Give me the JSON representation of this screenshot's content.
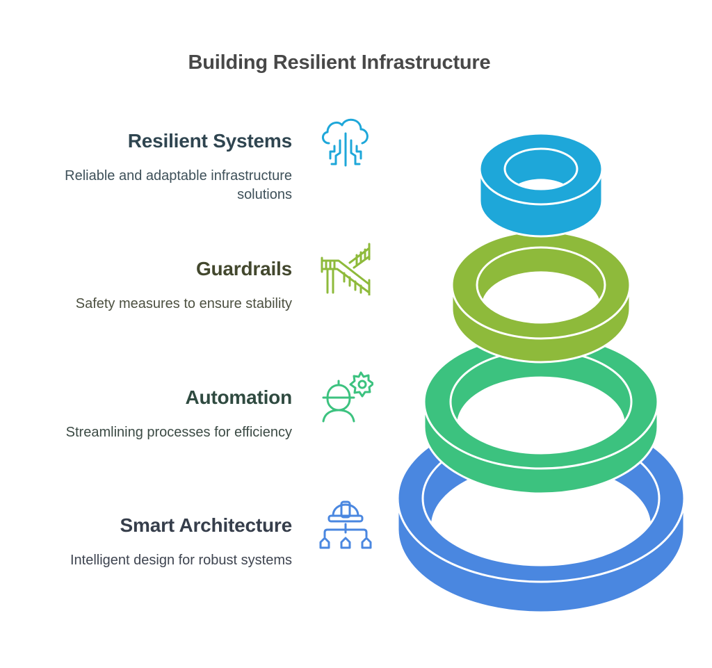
{
  "title": "Building Resilient Infrastructure",
  "items": [
    {
      "heading": "Resilient Systems",
      "description_line1": "Reliable and adaptable infrastructure",
      "description_line2": "solutions",
      "icon": "cloud-circuit-icon",
      "color": "#1EA7D9",
      "heading_color": "#2F4550",
      "desc_color": "#3E5059"
    },
    {
      "heading": "Guardrails",
      "description_line1": "Safety measures to ensure stability",
      "icon": "stair-railing-icon",
      "color": "#8EBA3B",
      "heading_color": "#43482E",
      "desc_color": "#4C5040"
    },
    {
      "heading": "Automation",
      "description_line1": "Streamlining processes for efficiency",
      "icon": "worker-gear-icon",
      "color": "#3CC27F",
      "heading_color": "#2F4A40",
      "desc_color": "#3B4A44"
    },
    {
      "heading": "Smart Architecture",
      "description_line1": "Intelligent design for robust systems",
      "icon": "hardhat-hierarchy-icon",
      "color": "#4A87E0",
      "heading_color": "#363E4B",
      "desc_color": "#3E4450"
    }
  ]
}
